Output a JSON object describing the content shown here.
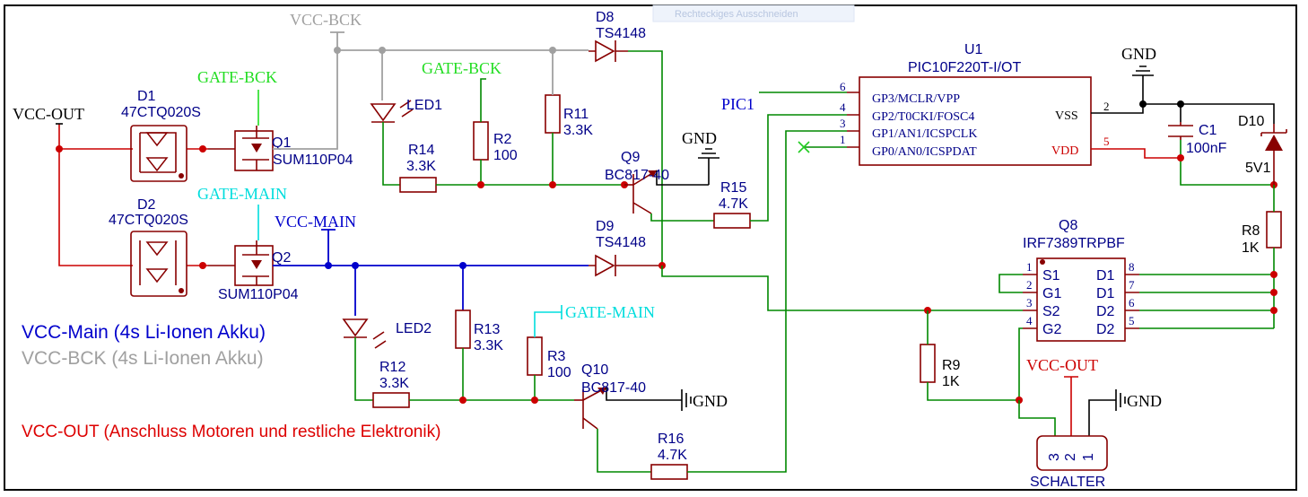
{
  "nets": {
    "vcc_bck": "VCC-BCK",
    "vcc_out_left": "VCC-OUT",
    "vcc_out_switch": "VCC-OUT",
    "gate_bck_1": "GATE-BCK",
    "gate_bck_2": "GATE-BCK",
    "gate_main_1": "GATE-MAIN",
    "gate_main_2": "GATE-MAIN",
    "vcc_main": "VCC-MAIN",
    "pic1": "PIC1",
    "gnd_q9": "GND",
    "gnd_u1": "GND",
    "gnd_q10": "GND",
    "gnd_switch": "GND"
  },
  "components": {
    "d1": {
      "ref": "D1",
      "value": "47CTQ020S"
    },
    "d2": {
      "ref": "D2",
      "value": "47CTQ020S"
    },
    "q1": {
      "ref": "Q1",
      "value": "SUM110P04"
    },
    "q2": {
      "ref": "Q2",
      "value": "SUM110P04"
    },
    "led1": {
      "ref": "LED1"
    },
    "led2": {
      "ref": "LED2"
    },
    "r14": {
      "ref": "R14",
      "value": "3.3K"
    },
    "r2": {
      "ref": "R2",
      "value": "100"
    },
    "r11": {
      "ref": "R11",
      "value": "3.3K"
    },
    "d8": {
      "ref": "D8",
      "value": "TS4148"
    },
    "d9": {
      "ref": "D9",
      "value": "TS4148"
    },
    "q9": {
      "ref": "Q9",
      "value": "BC817-40"
    },
    "q10": {
      "ref": "Q10",
      "value": "BC817-40"
    },
    "r15": {
      "ref": "R15",
      "value": "4.7K"
    },
    "r16": {
      "ref": "R16",
      "value": "4.7K"
    },
    "r12": {
      "ref": "R12",
      "value": "3.3K"
    },
    "r13": {
      "ref": "R13",
      "value": "3.3K"
    },
    "r3": {
      "ref": "R3",
      "value": "100"
    },
    "r9": {
      "ref": "R9",
      "value": "1K"
    },
    "r8": {
      "ref": "R8",
      "value": "1K"
    },
    "c1": {
      "ref": "C1",
      "value": "100nF"
    },
    "d10": {
      "ref": "D10",
      "value": "5V1"
    },
    "u1": {
      "ref": "U1",
      "value": "PIC10F220T-I/OT",
      "pins_left": [
        {
          "num": "6",
          "name": "GP3/MCLR/VPP"
        },
        {
          "num": "4",
          "name": "GP2/T0CKI/FOSC4"
        },
        {
          "num": "3",
          "name": "GP1/AN1/ICSPCLK"
        },
        {
          "num": "1",
          "name": "GP0/AN0/ICSPDAT"
        }
      ],
      "pins_right": [
        {
          "num": "2",
          "name": "VSS"
        },
        {
          "num": "5",
          "name": "VDD"
        }
      ]
    },
    "q8": {
      "ref": "Q8",
      "value": "IRF7389TRPBF",
      "pins_left": [
        {
          "num": "1",
          "name": "S1"
        },
        {
          "num": "2",
          "name": "G1"
        },
        {
          "num": "3",
          "name": "S2"
        },
        {
          "num": "4",
          "name": "G2"
        }
      ],
      "pins_right": [
        {
          "num": "8",
          "name": "D1"
        },
        {
          "num": "7",
          "name": "D1"
        },
        {
          "num": "6",
          "name": "D2"
        },
        {
          "num": "5",
          "name": "D2"
        }
      ]
    },
    "schalter": {
      "ref": "SCHALTER",
      "pins": [
        "3",
        "2",
        "1"
      ]
    }
  },
  "legend": {
    "main": "VCC-Main (4s Li-Ionen Akku)",
    "bck": "VCC-BCK (4s Li-Ionen Akku)",
    "out": "VCC-OUT (Anschluss Motoren und restliche Elektronik)"
  },
  "tooltip": "Rechteckiges Ausschneiden",
  "colors": {
    "wire": "#008800",
    "vcc_out": "#cc0000",
    "vcc_main": "#0000cc",
    "vcc_bck": "#a0a0a0",
    "component": "#880000",
    "gate_bck": "#22dd22",
    "gate_main": "#00dddd"
  }
}
